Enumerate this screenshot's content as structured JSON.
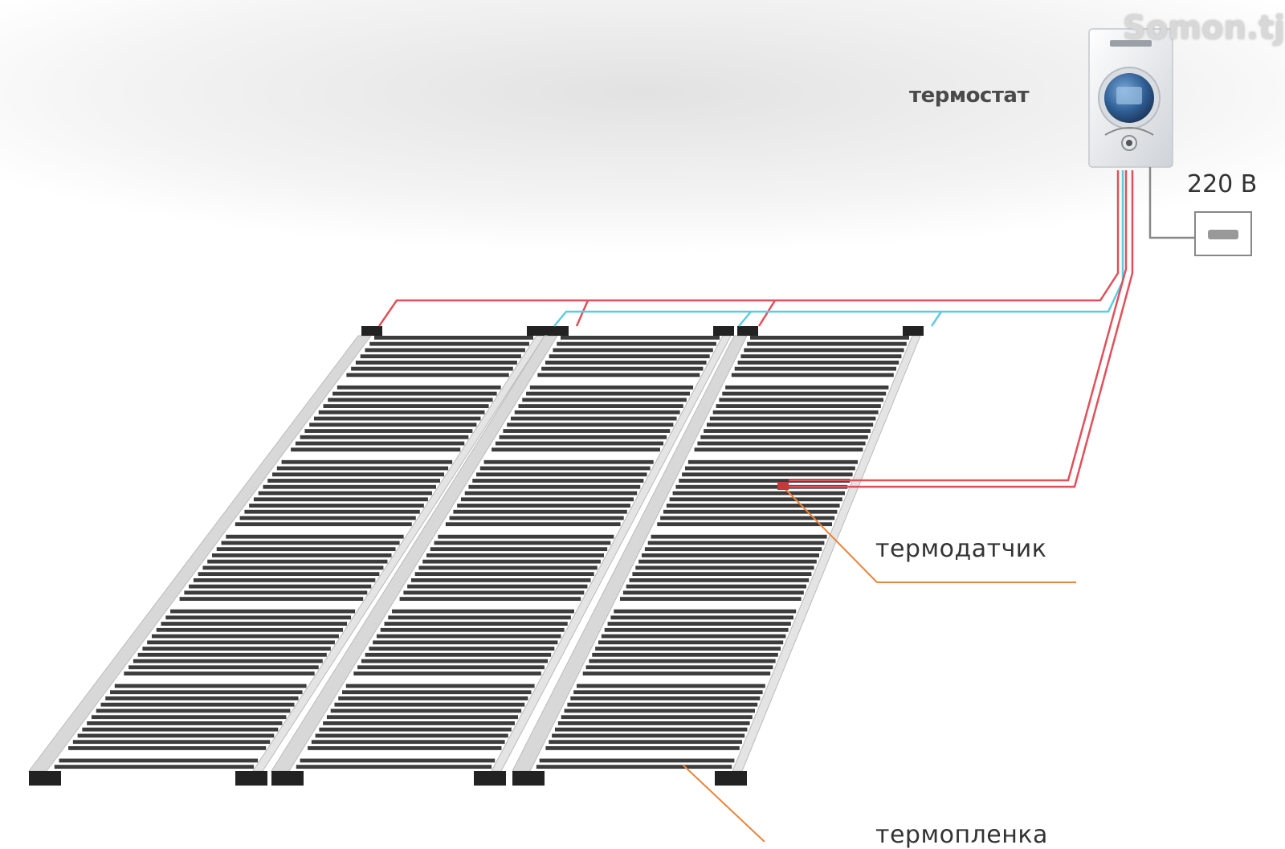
{
  "labels": {
    "thermostat": "термостат",
    "voltage": "220 В",
    "sensor": "термодатчик",
    "film": "термопленка"
  },
  "watermark": "Somon.tj",
  "colors": {
    "live_wire": "#e0505a",
    "neutral_wire": "#5ecbe0",
    "leader_line": "#e8843c",
    "film_stripe": "#3c3c3c",
    "film_rail": "#d8d8d8",
    "connector": "#222222",
    "background_top": "#e8e8e8"
  },
  "icons": {
    "thermostat": "thermostat-icon",
    "socket": "power-socket-icon"
  }
}
